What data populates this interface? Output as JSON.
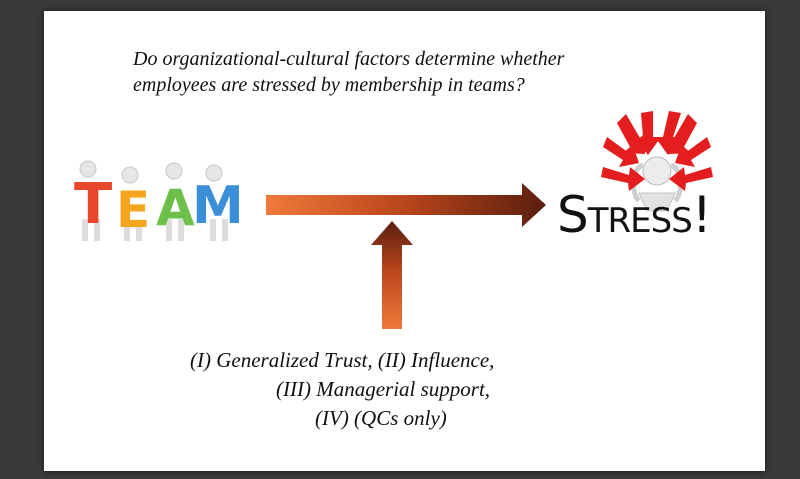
{
  "question": {
    "line1": "Do organizational-cultural factors determine whether",
    "line2": "employees are stressed by membership in teams?"
  },
  "team_image": {
    "letters": [
      "T",
      "E",
      "A",
      "M"
    ],
    "letter_colors": [
      "#e8472b",
      "#f2a51d",
      "#6cc04a",
      "#3a8fd8"
    ]
  },
  "stress_image": {
    "word": "STRESS!",
    "text_parts": [
      "S",
      "TRES",
      "S",
      "!"
    ],
    "arrow_color": "#e41e1e"
  },
  "arrows": {
    "color_start": "#f07a3a",
    "color_end": "#5a1e0e"
  },
  "factors": {
    "line1": "(I)  Generalized Trust, (II) Influence,",
    "line2": "(III) Managerial support,",
    "line3": "(IV) (QCs only)"
  }
}
